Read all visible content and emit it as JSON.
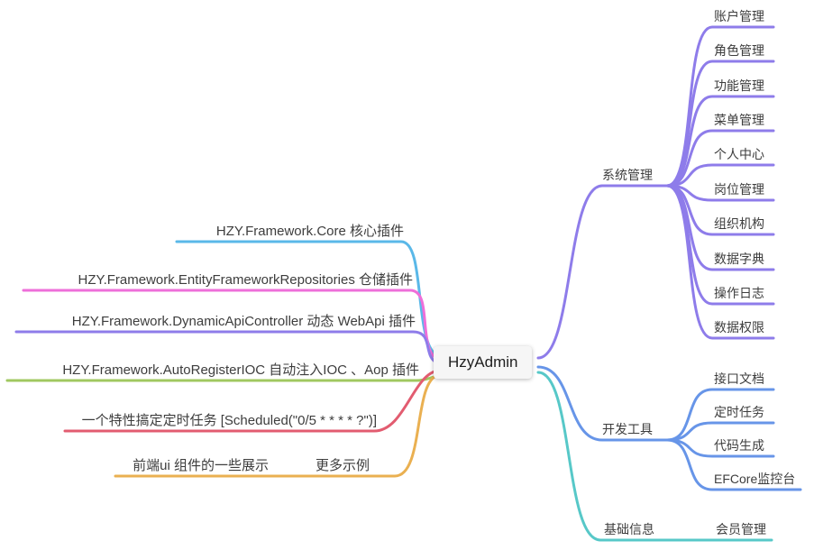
{
  "center": {
    "label": "HzyAdmin"
  },
  "colors": {
    "core": "#5ab8e8",
    "repositories": "#ee6fd9",
    "dynamicApi": "#8e7cea",
    "autoIoc": "#a0c860",
    "scheduled": "#e25c70",
    "examples": "#eab051",
    "system": "#8e7cea",
    "devtools": "#6795e8",
    "basic": "#57c8c8"
  },
  "left": {
    "core": {
      "label": "HZY.Framework.Core 核心插件"
    },
    "repositories": {
      "label": "HZY.Framework.EntityFrameworkRepositories 仓储插件"
    },
    "dynamicApi": {
      "label": "HZY.Framework.DynamicApiController 动态 WebApi 插件"
    },
    "autoIoc": {
      "label": "HZY.Framework.AutoRegisterIOC 自动注入IOC 、Aop 插件"
    },
    "scheduled": {
      "label": "一个特性搞定定时任务 [Scheduled(\"0/5 * * * * ?\")]"
    },
    "examples": {
      "label": "更多示例",
      "child": "前端ui 组件的一些展示"
    }
  },
  "right": {
    "system": {
      "label": "系统管理",
      "children": [
        "账户管理",
        "角色管理",
        "功能管理",
        "菜单管理",
        "个人中心",
        "岗位管理",
        "组织机构",
        "数据字典",
        "操作日志",
        "数据权限"
      ]
    },
    "devtools": {
      "label": "开发工具",
      "children": [
        "接口文档",
        "定时任务",
        "代码生成",
        "EFCore监控台"
      ]
    },
    "basic": {
      "label": "基础信息",
      "children": [
        "会员管理"
      ]
    }
  }
}
